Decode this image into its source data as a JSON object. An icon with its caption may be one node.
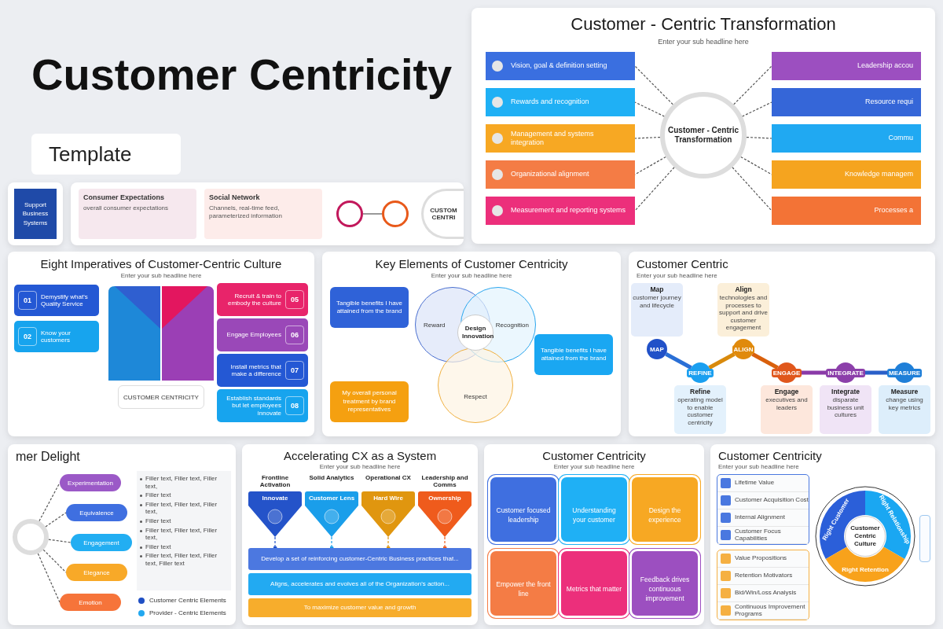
{
  "diagram": {
    "title": "Customer Centricity",
    "nodes": [
      {
        "text": [
          "Customer - Centric Transformation",
          "Enter your sub headline here"
        ]
      },
      {
        "text": [
          "Customer - Centric Transformation"
        ],
        "in": 0
      },
      {
        "text": [
          "Vision, goal & definition setting"
        ],
        "in": 0
      },
      {
        "text": [
          "Rewards and recognition"
        ],
        "in": 0
      },
      {
        "text": [
          "Management and systems integration"
        ],
        "in": 0
      },
      {
        "text": [
          "Organizational alignment"
        ],
        "in": 0
      },
      {
        "text": [
          "Measurement and reporting systems"
        ],
        "in": 0
      },
      {
        "text": [
          "Leadership accou"
        ],
        "in": 0
      },
      {
        "text": [
          "Resource requi"
        ],
        "in": 0
      },
      {
        "text": [
          "Commu"
        ],
        "in": 0
      },
      {
        "text": [
          "Knowledge managem"
        ],
        "in": 0
      },
      {
        "text": [
          "Processes a"
        ],
        "in": 0
      },
      {
        "text": [
          "Eight Imperatives of Customer-Centric Culture",
          "Enter your sub headline here"
        ]
      },
      {
        "text": [
          "01",
          "Demystify what's Quality Service"
        ],
        "in": 12
      },
      {
        "text": [
          "02",
          "Know your customers"
        ],
        "in": 12
      },
      {
        "text": [
          "Recruit & train to embody the culture",
          "05"
        ],
        "in": 12
      },
      {
        "text": [
          "Engage Employees",
          "06"
        ],
        "in": 12
      },
      {
        "text": [
          "Install metrics that make a difference",
          "07"
        ],
        "in": 12
      },
      {
        "text": [
          "Establish standards but let employees innovate",
          "08"
        ],
        "in": 12
      },
      {
        "text": [
          "CUSTOMER CENTRICITY"
        ],
        "in": 12
      },
      {
        "text": [
          "mer Delight"
        ]
      },
      {
        "text": [],
        "shape": "circle",
        "in": 20
      },
      {
        "text": [
          "Experimentation"
        ],
        "in": 20
      },
      {
        "text": [
          "Equivalence"
        ],
        "in": 20
      },
      {
        "text": [
          "Engagement"
        ],
        "in": 20
      },
      {
        "text": [
          "Elegance"
        ],
        "in": 20
      },
      {
        "text": [
          "Emotion"
        ],
        "in": 20
      },
      {
        "text": [
          "Filler text, Filler text, Filler text,",
          "Filler text",
          "Filler text, Filler text, Filler text,",
          "Filler text",
          "Filler text, Filler text, Filler text,",
          "Filler text",
          "Filler text, Filler text, Filler text, Filler text"
        ],
        "in": 20
      },
      {
        "text": [
          "Key Elements of Customer Centricity",
          "Enter your sub headline here"
        ]
      },
      {
        "text": [
          "Tangible benefits I have attained from the brand"
        ],
        "in": 28
      },
      {
        "text": [
          "Reward"
        ],
        "in": 28
      },
      {
        "text": [
          "Recognition"
        ],
        "in": 28
      },
      {
        "text": [
          "Respect"
        ],
        "in": 28
      },
      {
        "text": [
          "Design Innovation"
        ]
      },
      {
        "text": [
          "Tangible benefits I have attained from the brand"
        ],
        "in": 28
      },
      {
        "text": [
          "My overall personal treatment by brand representatives"
        ],
        "in": 28
      },
      {
        "text": [
          "Customer Centric",
          "Enter your sub headline here"
        ]
      },
      {
        "text": [
          "Map",
          "customer journey and lifecycle"
        ],
        "in": 36
      },
      {
        "text": [
          "Align",
          "technologies and processes to support and drive customer engagement"
        ],
        "in": 36
      },
      {
        "text": [
          "Refine",
          "operating model to enable customer centricity"
        ],
        "in": 36
      },
      {
        "text": [
          "Engage",
          "executives and leaders"
        ],
        "in": 36
      },
      {
        "text": [
          "Integrate",
          "disparate business unit cultures"
        ],
        "in": 36
      },
      {
        "text": [
          "Measure",
          "change using key metrics"
        ],
        "in": 36
      },
      {
        "text": [
          "MAP"
        ],
        "in": 36
      },
      {
        "text": [
          "REFINE"
        ],
        "in": 36
      },
      {
        "text": [
          "ALIGN"
        ],
        "in": 36
      },
      {
        "text": [
          "ENGAGE"
        ],
        "in": 36
      },
      {
        "text": [
          "INTEGRATE"
        ],
        "in": 36
      },
      {
        "text": [
          "MEASURE"
        ],
        "in": 36
      },
      {
        "text": [],
        "shape": "box"
      },
      {
        "text": [
          "Consumer Expectations",
          "overall consumer expectations"
        ],
        "in": 49
      },
      {
        "text": [
          "Social Network",
          "Channels, real-time feed, parameterized information"
        ],
        "in": 49
      },
      {
        "text": [
          "CUSTOM CENTRI"
        ],
        "in": 49
      },
      {
        "text": [],
        "shape": "circle",
        "in": 49
      },
      {
        "text": [],
        "shape": "circle",
        "in": 49
      },
      {
        "text": [
          "Accelerating CX as a System",
          "Enter your sub headline here"
        ]
      },
      {
        "text": [
          "Frontline Activation",
          "Innovate"
        ],
        "in": 55
      },
      {
        "text": [
          "Solid Analytics",
          "Customer Lens"
        ],
        "in": 55
      },
      {
        "text": [
          "Operational CX",
          "Hard Wire"
        ],
        "in": 55
      },
      {
        "text": [
          "Leadership and Comms",
          "Ownership"
        ],
        "in": 55
      },
      {
        "text": [
          "Develop a set of reinforcing customer-Centric Business practices that..."
        ],
        "in": 55
      },
      {
        "text": [
          "Aligns, accelerates and evolves all of the Organization's action..."
        ],
        "in": 55
      },
      {
        "text": [
          "To maximize customer value and growth"
        ],
        "in": 55
      },
      {
        "text": [
          "Customer Centricity",
          "Enter your sub headline here"
        ]
      },
      {
        "text": [
          "Customer focused leadership"
        ],
        "in": 63
      },
      {
        "text": [
          "Understanding your customer"
        ],
        "in": 63
      },
      {
        "text": [
          "Design the experience"
        ],
        "in": 63
      },
      {
        "text": [
          "Empower the front line"
        ],
        "in": 63
      },
      {
        "text": [
          "Metrics that matter"
        ],
        "in": 63
      },
      {
        "text": [
          "Feedback drives continuous improvement"
        ],
        "in": 63
      },
      {
        "text": [
          "Customer Centricity",
          "Enter your sub headline here"
        ]
      },
      {
        "text": [
          "Lifetime Value",
          "Customer Acquisition Cost",
          "Internal Alignment",
          "Customer Focus Capabilities"
        ],
        "in": 70
      },
      {
        "text": [
          "Value Propositions",
          "Retention Motivators",
          "Bid/Win/Loss Analysis",
          "Continuous Improvement Programs"
        ],
        "in": 70
      },
      {
        "text": [
          "Right Customer",
          "Right Relationship",
          "Right Retention"
        ],
        "in": 70
      },
      {
        "text": [
          "Customer Centric Culture"
        ],
        "in": 73
      },
      {
        "text": [],
        "shape": "box",
        "in": 70
      },
      {
        "text": [],
        "shape": "box"
      },
      {
        "text": [
          "Support Business Systems"
        ],
        "in": 76
      },
      {
        "text": [
          "Template"
        ]
      }
    ],
    "edges": [
      {
        "from": 1,
        "to": 2,
        "arrow": "none",
        "style": "dashed"
      },
      {
        "from": 1,
        "to": 3,
        "arrow": "none",
        "style": "dashed"
      },
      {
        "from": 1,
        "to": 4,
        "arrow": "none",
        "style": "dashed"
      },
      {
        "from": 1,
        "to": 5,
        "arrow": "none",
        "style": "dashed"
      },
      {
        "from": 1,
        "to": 6,
        "arrow": "none",
        "style": "dashed"
      },
      {
        "from": 1,
        "to": 7,
        "arrow": "none",
        "style": "dashed"
      },
      {
        "from": 1,
        "to": 8,
        "arrow": "none",
        "style": "dashed"
      },
      {
        "from": 1,
        "to": 9,
        "arrow": "none",
        "style": "dashed"
      },
      {
        "from": 1,
        "to": 10,
        "arrow": "none",
        "style": "dashed"
      },
      {
        "from": 1,
        "to": 11,
        "arrow": "none",
        "style": "dashed"
      },
      {
        "from": 21,
        "to": 22,
        "arrow": "none",
        "style": "dashed"
      },
      {
        "from": 21,
        "to": 23,
        "arrow": "none",
        "style": "dashed"
      },
      {
        "from": 21,
        "to": 24,
        "arrow": "none",
        "style": "dashed"
      },
      {
        "from": 21,
        "to": 25,
        "arrow": "none",
        "style": "dashed"
      },
      {
        "from": 21,
        "to": 26,
        "arrow": "none",
        "style": "dashed"
      },
      {
        "from": 43,
        "to": 44,
        "arrow": "none",
        "style": "thick",
        "color": "#2a6fd6"
      },
      {
        "from": 44,
        "to": 45,
        "arrow": "none",
        "style": "thick",
        "color": "#d98a0c"
      },
      {
        "from": 45,
        "to": 46,
        "arrow": "none",
        "style": "thick",
        "color": "#d9600c"
      },
      {
        "from": 46,
        "to": 47,
        "arrow": "none",
        "style": "thick",
        "color": "#8a3aa8"
      },
      {
        "from": 47,
        "to": 48,
        "arrow": "none",
        "style": "thick",
        "color": "#2a5fc8"
      },
      {
        "from": 53,
        "to": 54,
        "arrow": "none"
      },
      {
        "from": 56,
        "to": 60,
        "arrow": "other",
        "style": "dashed",
        "color": "#2453c9"
      },
      {
        "from": 57,
        "to": 60,
        "arrow": "other",
        "style": "dashed",
        "color": "#1a9eea"
      },
      {
        "from": 58,
        "to": 60,
        "arrow": "other",
        "style": "dashed",
        "color": "#e0960f"
      },
      {
        "from": 59,
        "to": 60,
        "arrow": "other",
        "style": "dashed",
        "color": "#ef5b1c"
      }
    ],
    "legend": [
      {
        "text": "Customer Centric Elements",
        "color": "#1f4fc4"
      },
      {
        "text": "Provider - Centric Elements",
        "color": "#22a8f0"
      }
    ]
  }
}
